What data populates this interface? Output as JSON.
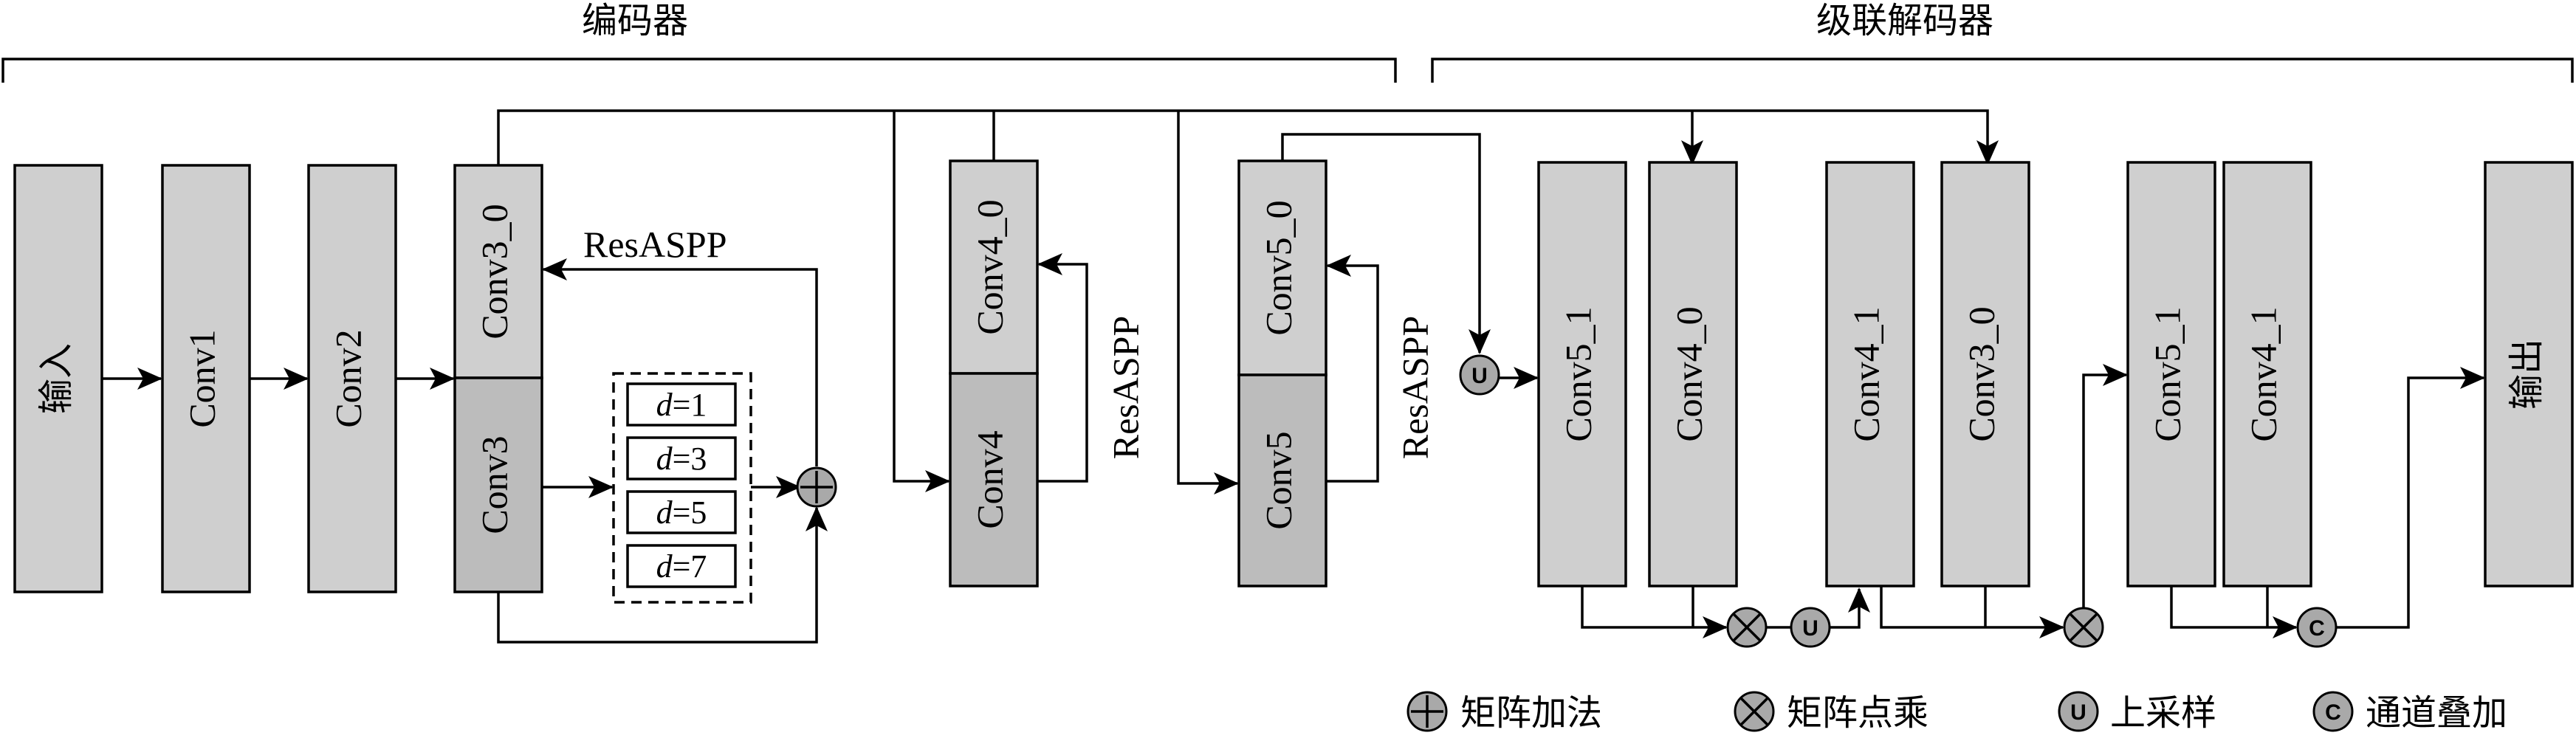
{
  "sections": {
    "encoder": "编码器",
    "decoder": "级联解码器"
  },
  "blocks": {
    "input": "输入",
    "conv1": "Conv1",
    "conv2": "Conv2",
    "conv3_0": "Conv3_0",
    "conv3": "Conv3",
    "conv4_0": "Conv4_0",
    "conv4": "Conv4",
    "conv5_0": "Conv5_0",
    "conv5": "Conv5",
    "dec_conv5_1": "Conv5_1",
    "dec_conv4_0": "Conv4_0",
    "dec_conv4_1": "Conv4_1",
    "dec_conv3_0": "Conv3_0",
    "dec2_conv5_1": "Conv5_1",
    "dec2_conv4_1": "Conv4_1",
    "output": "输出"
  },
  "resaspp": {
    "label_a": "ResASPP",
    "label_b": "ResASPP",
    "label_c": "ResASPP",
    "dilations": [
      {
        "var": "d",
        "eq": "=1"
      },
      {
        "var": "d",
        "eq": "=3"
      },
      {
        "var": "d",
        "eq": "=5"
      },
      {
        "var": "d",
        "eq": "=7"
      }
    ]
  },
  "legend": {
    "add": "矩阵加法",
    "mul": "矩阵点乘",
    "up": "上采样",
    "cat": "通道叠加"
  },
  "op_letters": {
    "up": "U",
    "cat": "C"
  },
  "icons": {
    "add": "circle-plus-icon",
    "mul": "circle-times-icon",
    "up": "circle-u-icon",
    "cat": "circle-c-icon"
  }
}
